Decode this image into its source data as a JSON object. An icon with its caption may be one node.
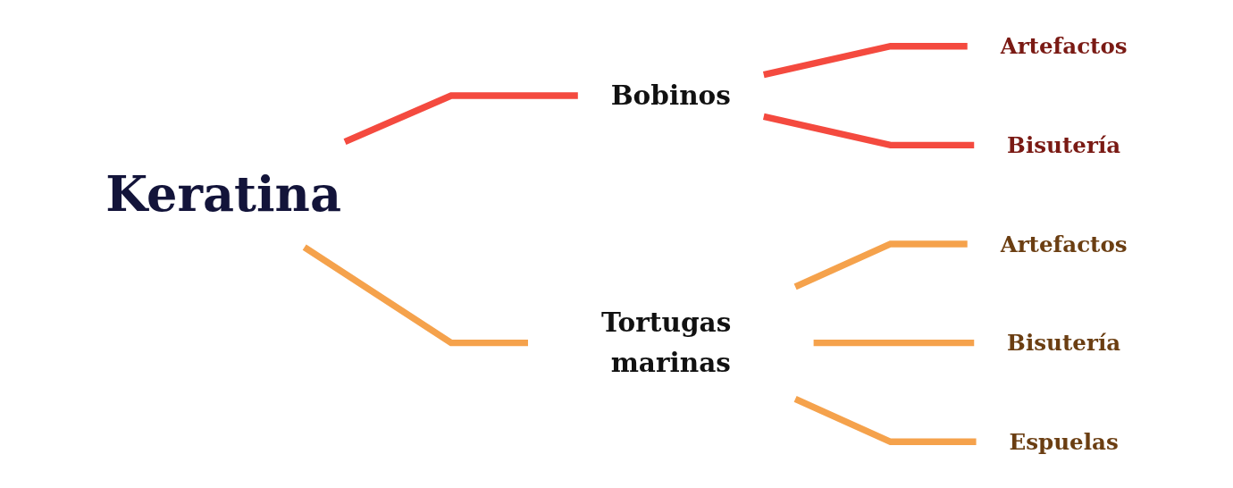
{
  "diagram": {
    "nodes": [
      {
        "text": [
          "Keratina"
        ]
      },
      {
        "text": [
          "Bobinos"
        ]
      },
      {
        "text": [
          "Artefactos"
        ]
      },
      {
        "text": [
          "Bisutería"
        ]
      },
      {
        "text": [
          "Tortugas marinas"
        ]
      },
      {
        "text": [
          "Artefactos"
        ]
      },
      {
        "text": [
          "Bisutería"
        ]
      },
      {
        "text": [
          "Espuelas"
        ]
      }
    ],
    "edges": [
      {
        "from": 0,
        "to": 1,
        "arrow": "none",
        "color": "#f44a3f"
      },
      {
        "from": 1,
        "to": 2,
        "arrow": "none",
        "color": "#f44a3f"
      },
      {
        "from": 1,
        "to": 3,
        "arrow": "none",
        "color": "#f44a3f"
      },
      {
        "from": 0,
        "to": 4,
        "arrow": "none"
      },
      {
        "from": 4,
        "to": 5,
        "arrow": "none"
      },
      {
        "from": 4,
        "to": 6,
        "arrow": "none"
      },
      {
        "from": 4,
        "to": 7,
        "arrow": "none"
      }
    ]
  }
}
